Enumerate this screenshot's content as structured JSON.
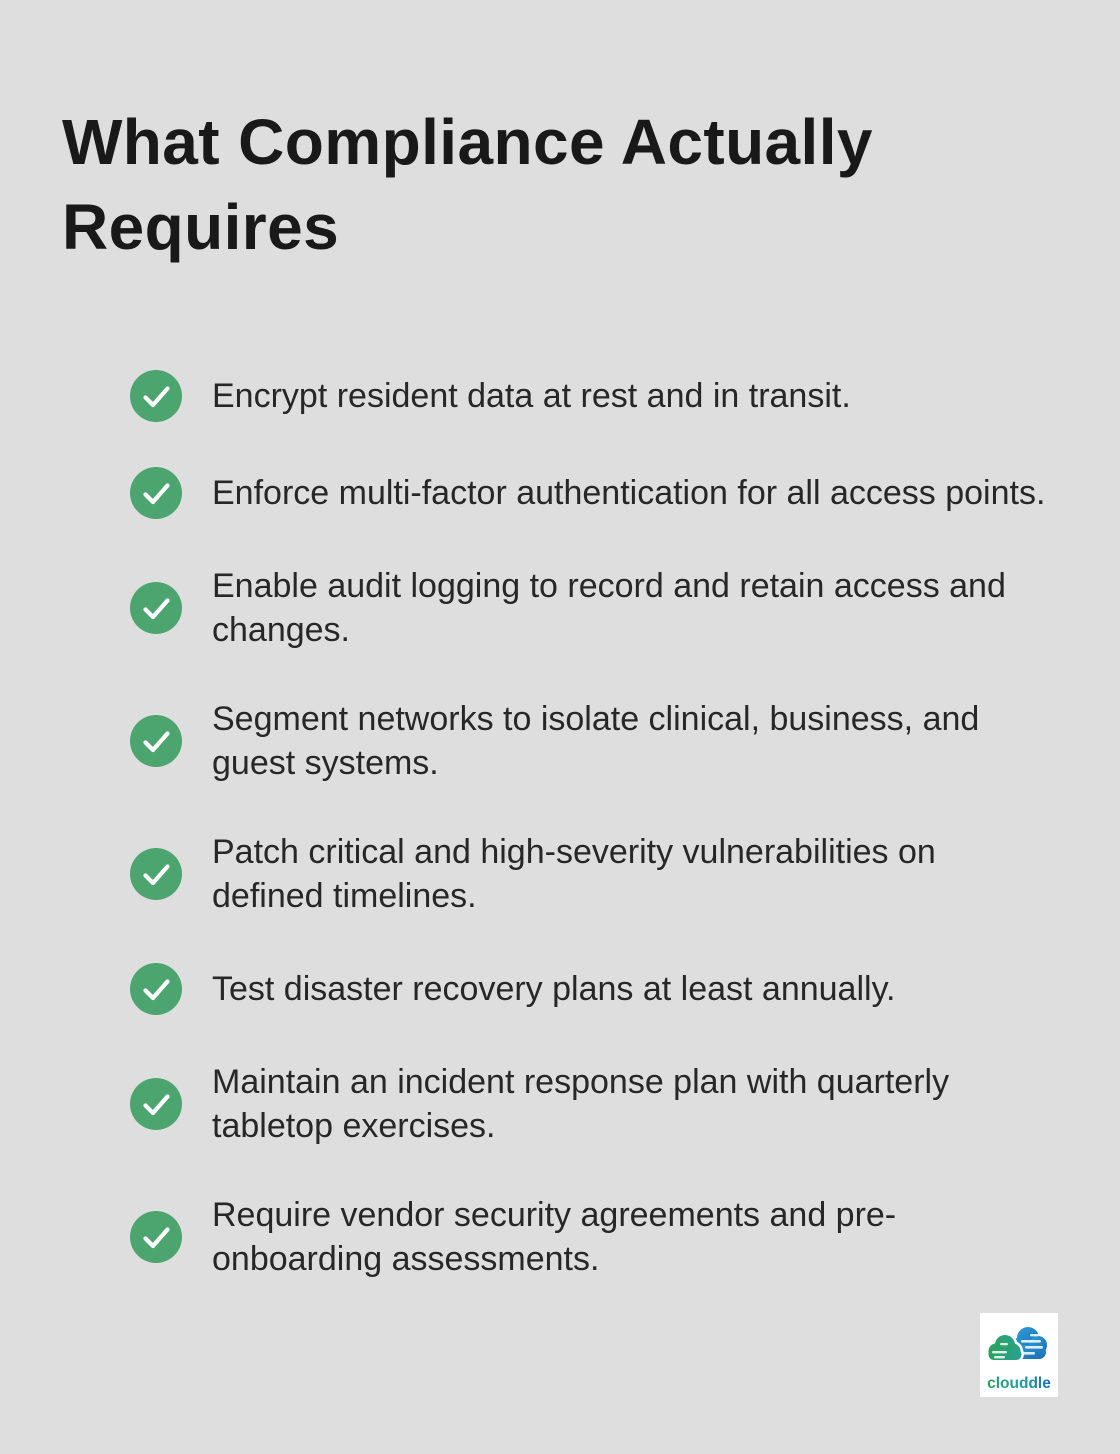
{
  "title": "What Compliance Actually Requires",
  "checklist": {
    "check_icon": "✓",
    "items": [
      "Encrypt resident data at rest and in transit.",
      "Enforce multi-factor authentication for all access points.",
      "Enable audit logging to record and retain access and changes.",
      "Segment networks to isolate clinical, business, and guest systems.",
      "Patch critical and high-severity vulnerabilities on defined timelines.",
      "Test disaster recovery plans at least annually.",
      "Maintain an incident response plan with quarterly tabletop exercises.",
      "Require vendor security agreements and pre-onboarding assessments."
    ]
  },
  "logo": {
    "text": "clouddle",
    "icon": "clouddle-clouds-icon"
  },
  "colors": {
    "background": "#dedede",
    "title_text": "#191919",
    "body_text": "#272727",
    "check_green": "#4ca56f",
    "check_mark": "#ffffff",
    "logo_bg": "#ffffff",
    "logo_green": "#2ba25c",
    "logo_teal": "#2aa193",
    "logo_blue_light": "#2d9fd8",
    "logo_blue": "#1a6cb5"
  }
}
